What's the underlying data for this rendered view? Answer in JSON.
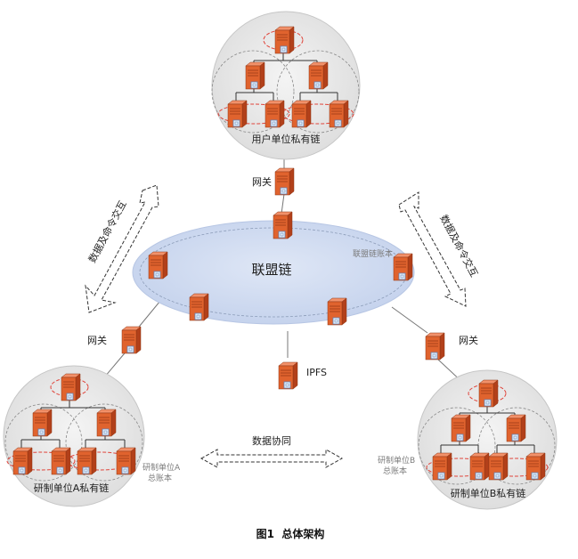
{
  "figure": {
    "caption": "图1  总体架构"
  },
  "user_chain": {
    "label": "用户单位私有链"
  },
  "alliance": {
    "label": "联盟链",
    "ledger_label": "联盟链账本"
  },
  "unit_a": {
    "label": "研制单位A私有链",
    "ledger_line1": "研制单位A",
    "ledger_line2": "总账本"
  },
  "unit_b": {
    "label": "研制单位B私有链",
    "ledger_line1": "研制单位B",
    "ledger_line2": "总账本"
  },
  "gateways": {
    "top": "网关",
    "left": "网关",
    "right": "网关"
  },
  "ipfs": {
    "label": "IPFS"
  },
  "exchange": {
    "left": "数据及命令交互",
    "right": "数据及命令交互",
    "bottom": "数据协同"
  },
  "colors": {
    "server_front": "#e0632e",
    "server_side": "#b2401a",
    "server_top": "#f2916a",
    "chain_bg": "#e4e4e4",
    "alliance_fill": "#cfdaf0",
    "highlight": "#e0443a"
  }
}
